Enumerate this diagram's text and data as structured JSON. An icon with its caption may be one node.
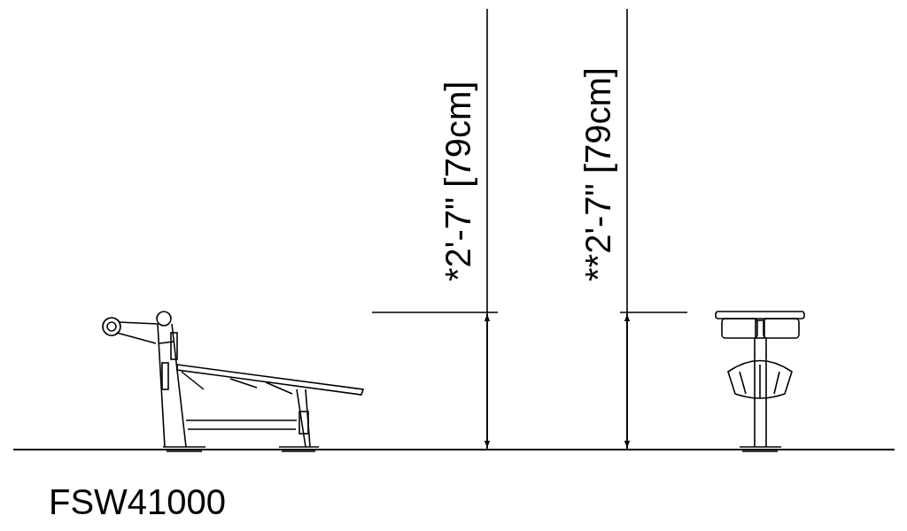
{
  "diagram": {
    "labels": [
      "*2'-7\" [79cm]",
      "**2'-7\" [79cm]",
      "FSW41000"
    ]
  }
}
